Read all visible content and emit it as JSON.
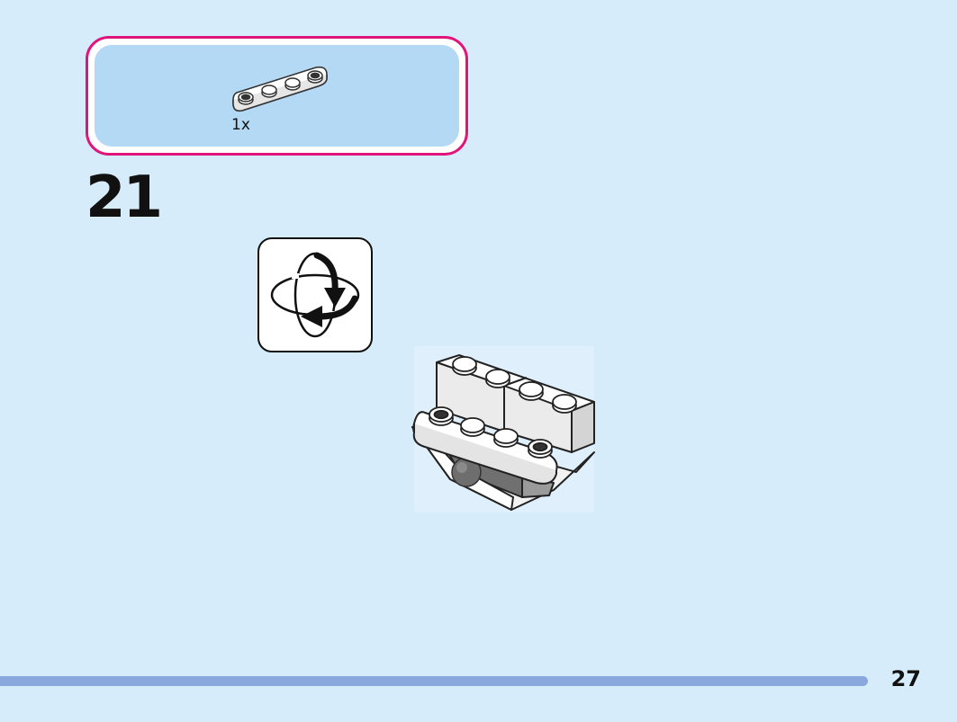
{
  "parts_callout": {
    "quantity": "1x",
    "part_icon": "plate-1x4-rounded-icon",
    "part_color": "#ffffff"
  },
  "step": {
    "number": "21"
  },
  "rotate_indicator": {
    "icon": "rotate-model-icon"
  },
  "model_view": {
    "icon": "assembled-model-icon"
  },
  "footer": {
    "page_number": "27"
  },
  "colors": {
    "background": "#d6ecfb",
    "callout_border": "#e0147a",
    "callout_fill": "#b3d9f5",
    "footer_bar": "#8aa7de"
  }
}
